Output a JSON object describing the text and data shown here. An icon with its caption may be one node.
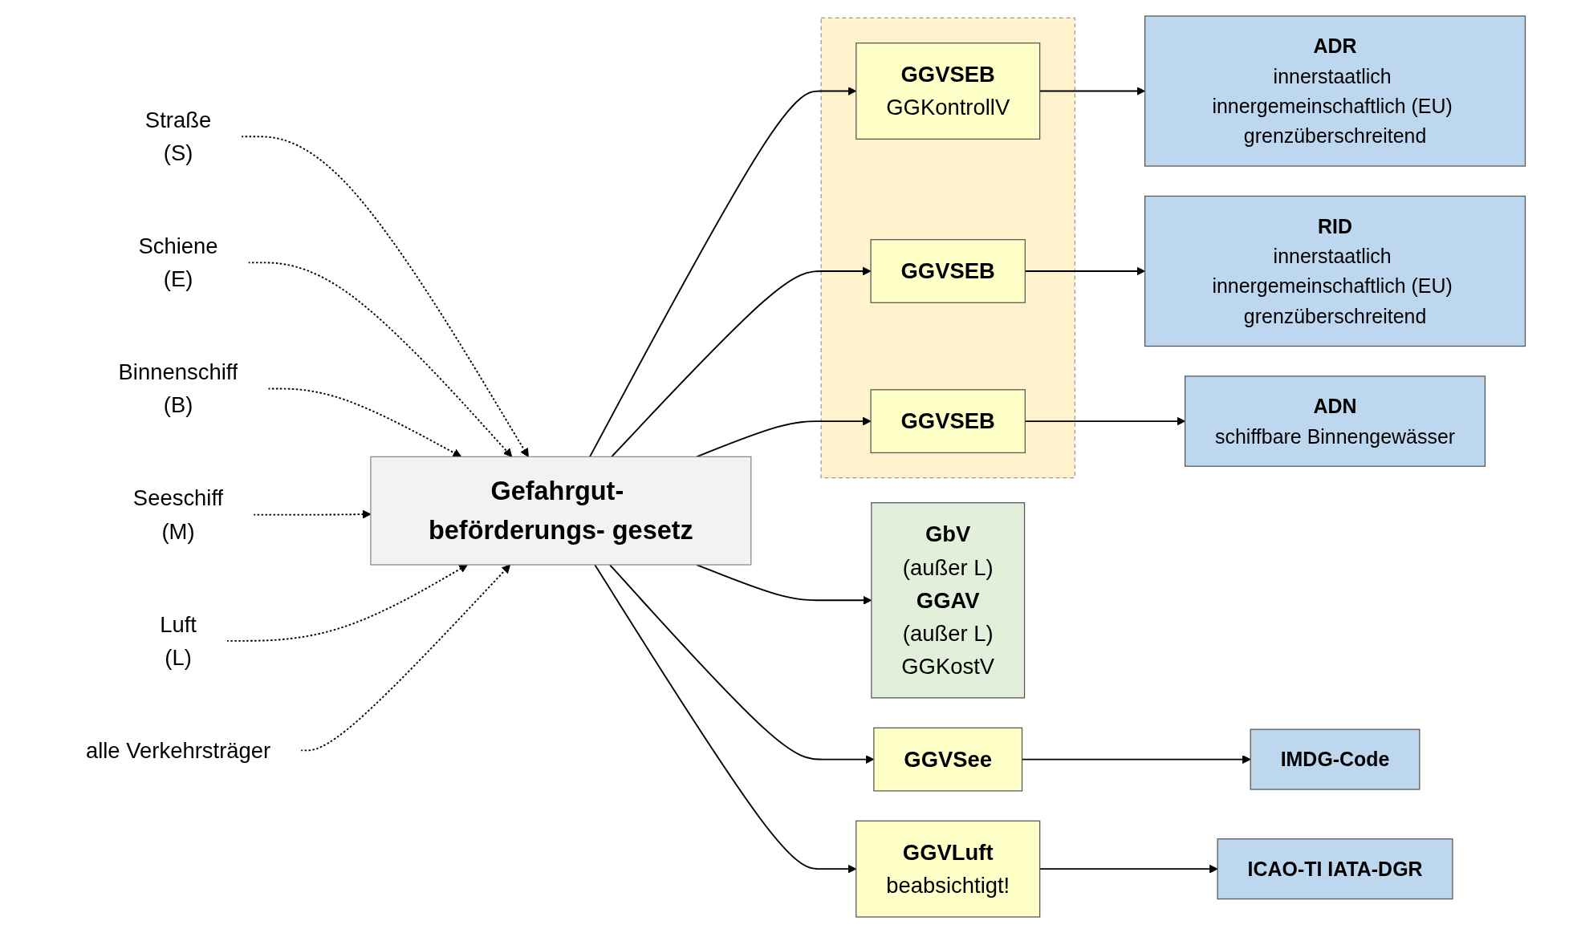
{
  "diagram": {
    "nodes": [
      {
        "text": [
          "Straße",
          "(S)"
        ]
      },
      {
        "text": [
          "Schiene",
          "(E)"
        ]
      },
      {
        "text": [
          "Binnenschiff",
          "(B)"
        ]
      },
      {
        "text": [
          "Seeschiff",
          "(M)"
        ]
      },
      {
        "text": [
          "Luft",
          "(L)"
        ]
      },
      {
        "text": [
          "alle Verkehrsträger"
        ]
      },
      {
        "text": [
          "Gefahrgut- beförderungs- gesetz"
        ]
      },
      {
        "text": [],
        "shape": "box"
      },
      {
        "text": [
          "GGVSEB",
          "GGKontrollV"
        ],
        "in": 7
      },
      {
        "text": [
          "GGVSEB"
        ],
        "in": 7
      },
      {
        "text": [
          "GGVSEB"
        ],
        "in": 7
      },
      {
        "text": [
          "GGVSee"
        ]
      },
      {
        "text": [
          "GGVLuft",
          "beabsichtigt!"
        ]
      },
      {
        "text": [
          "GbV",
          "(außer L)",
          "GGAV",
          "(außer L)",
          "GGKostV"
        ]
      },
      {
        "text": [
          "ADR",
          "innerstaatlich innergemeinschaftlich (EU) grenzüberschreitend"
        ]
      },
      {
        "text": [
          "RID",
          "innerstaatlich innergemeinschaftlich (EU) grenzüberschreitend"
        ]
      },
      {
        "text": [
          "ADN",
          "schiffbare Binnengewässer"
        ]
      },
      {
        "text": [
          "IMDG-Code"
        ]
      },
      {
        "text": [
          "ICAO-TI IATA-DGR"
        ]
      }
    ],
    "edges": [
      {
        "from": 0,
        "to": 6,
        "arrow": "to",
        "style": "dashed"
      },
      {
        "from": 1,
        "to": 6,
        "arrow": "to",
        "style": "dashed"
      },
      {
        "from": 2,
        "to": 6,
        "arrow": "to",
        "style": "dashed"
      },
      {
        "from": 3,
        "to": 6,
        "arrow": "to",
        "style": "dashed"
      },
      {
        "from": 4,
        "to": 6,
        "arrow": "to",
        "style": "dashed"
      },
      {
        "from": 5,
        "to": 6,
        "arrow": "to",
        "style": "dashed"
      },
      {
        "from": 6,
        "to": 8,
        "arrow": "to"
      },
      {
        "from": 6,
        "to": 9,
        "arrow": "to"
      },
      {
        "from": 6,
        "to": 10,
        "arrow": "to"
      },
      {
        "from": 6,
        "to": 11,
        "arrow": "to"
      },
      {
        "from": 6,
        "to": 12,
        "arrow": "to"
      },
      {
        "from": 6,
        "to": 13,
        "arrow": "to"
      },
      {
        "from": 8,
        "to": 14,
        "arrow": "to"
      },
      {
        "from": 9,
        "to": 15,
        "arrow": "to"
      },
      {
        "from": 10,
        "to": 16,
        "arrow": "to"
      },
      {
        "from": 11,
        "to": 17,
        "arrow": "to"
      },
      {
        "from": 12,
        "to": 18,
        "arrow": "to"
      }
    ]
  }
}
